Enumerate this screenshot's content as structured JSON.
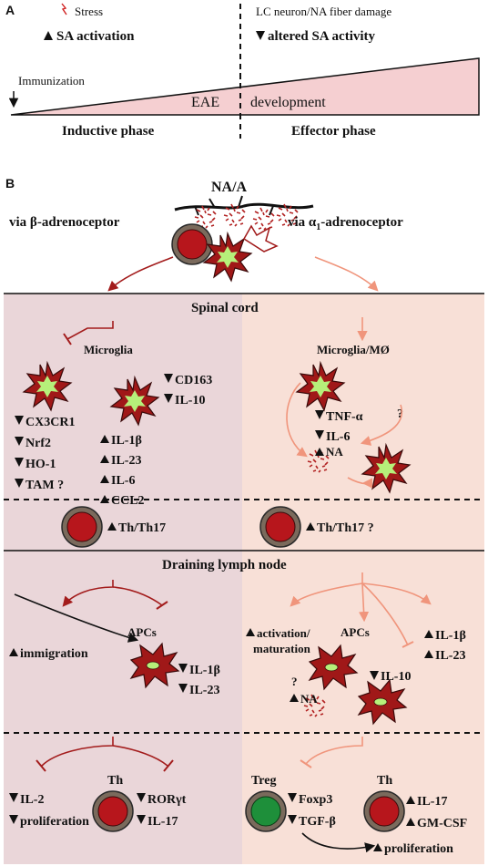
{
  "panelA": {
    "label": "A",
    "stress": "Stress",
    "sa_activation": "SA activation",
    "lc_damage": "LC neuron/NA fiber damage",
    "altered_sa": "altered SA activity",
    "immunization": "Immunization",
    "eae": "EAE",
    "development": "development",
    "inductive": "Inductive phase",
    "effector": "Effector phase"
  },
  "panelB": {
    "label": "B",
    "na_a": "NA/A",
    "via_beta": "via β-adrenoceptor",
    "via_alpha_prefix": "via α",
    "via_alpha_sub": "1",
    "via_alpha_suffix": "-adrenoceptor",
    "spinal_cord": "Spinal cord",
    "microglia": "Microglia",
    "microglia_mo": "Microglia/MØ",
    "left_list1": [
      "CX3CR1",
      "Nrf2",
      "HO-1",
      "TAM ?"
    ],
    "left_list2": [
      "CD163",
      "IL-10"
    ],
    "left_list3": [
      "IL-1β",
      "IL-23",
      "IL-6",
      "CCL2"
    ],
    "right_list1": [
      "TNF-α",
      "IL-6"
    ],
    "question": "?",
    "na": "NA",
    "th_th17": "Th/Th17",
    "th_th17_q": "Th/Th17 ?",
    "draining_ln": "Draining lymph node",
    "apcs": "APCs",
    "immigration": "immigration",
    "left_apc_cyt": [
      "IL-1β",
      "IL-23"
    ],
    "activation": "activation/",
    "maturation": "maturation",
    "il10": "IL-10",
    "right_apc_cyt": [
      "IL-1β",
      "IL-23"
    ],
    "th": "Th",
    "treg": "Treg",
    "il2": "IL-2",
    "proliferation": "proliferation",
    "roryt": "RORγt",
    "il17": "IL-17",
    "foxp3": "Foxp3",
    "tgfb": "TGF-β",
    "gmcsf": "GM-CSF"
  },
  "colors": {
    "left_bg": "#ead6d9",
    "right_bg": "#f8e0d7",
    "dark_red": "#a31c1c",
    "salmon": "#f0957c",
    "cell_red": "#b7161c",
    "cell_green": "#1e8f3a",
    "microglia_fill": "#a01818",
    "microglia_core": "#b6f07a",
    "wedge": "#f5cfd1"
  }
}
